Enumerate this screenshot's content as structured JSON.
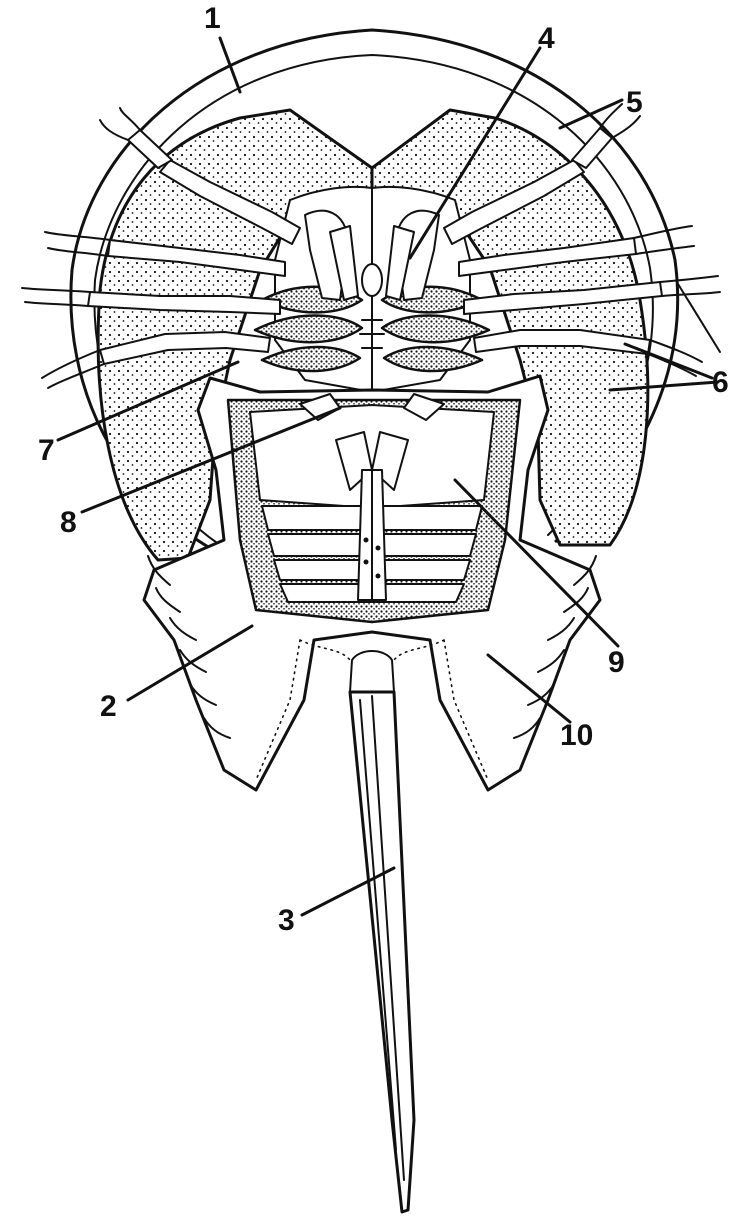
{
  "colors": {
    "ink": "#111111",
    "paper": "#ffffff"
  },
  "callouts": [
    {
      "id": "1",
      "label": "1"
    },
    {
      "id": "2",
      "label": "2"
    },
    {
      "id": "3",
      "label": "3"
    },
    {
      "id": "4",
      "label": "4"
    },
    {
      "id": "5",
      "label": "5"
    },
    {
      "id": "6",
      "label": "6"
    },
    {
      "id": "7",
      "label": "7"
    },
    {
      "id": "8",
      "label": "8"
    },
    {
      "id": "9",
      "label": "9"
    },
    {
      "id": "10",
      "label": "10"
    }
  ]
}
